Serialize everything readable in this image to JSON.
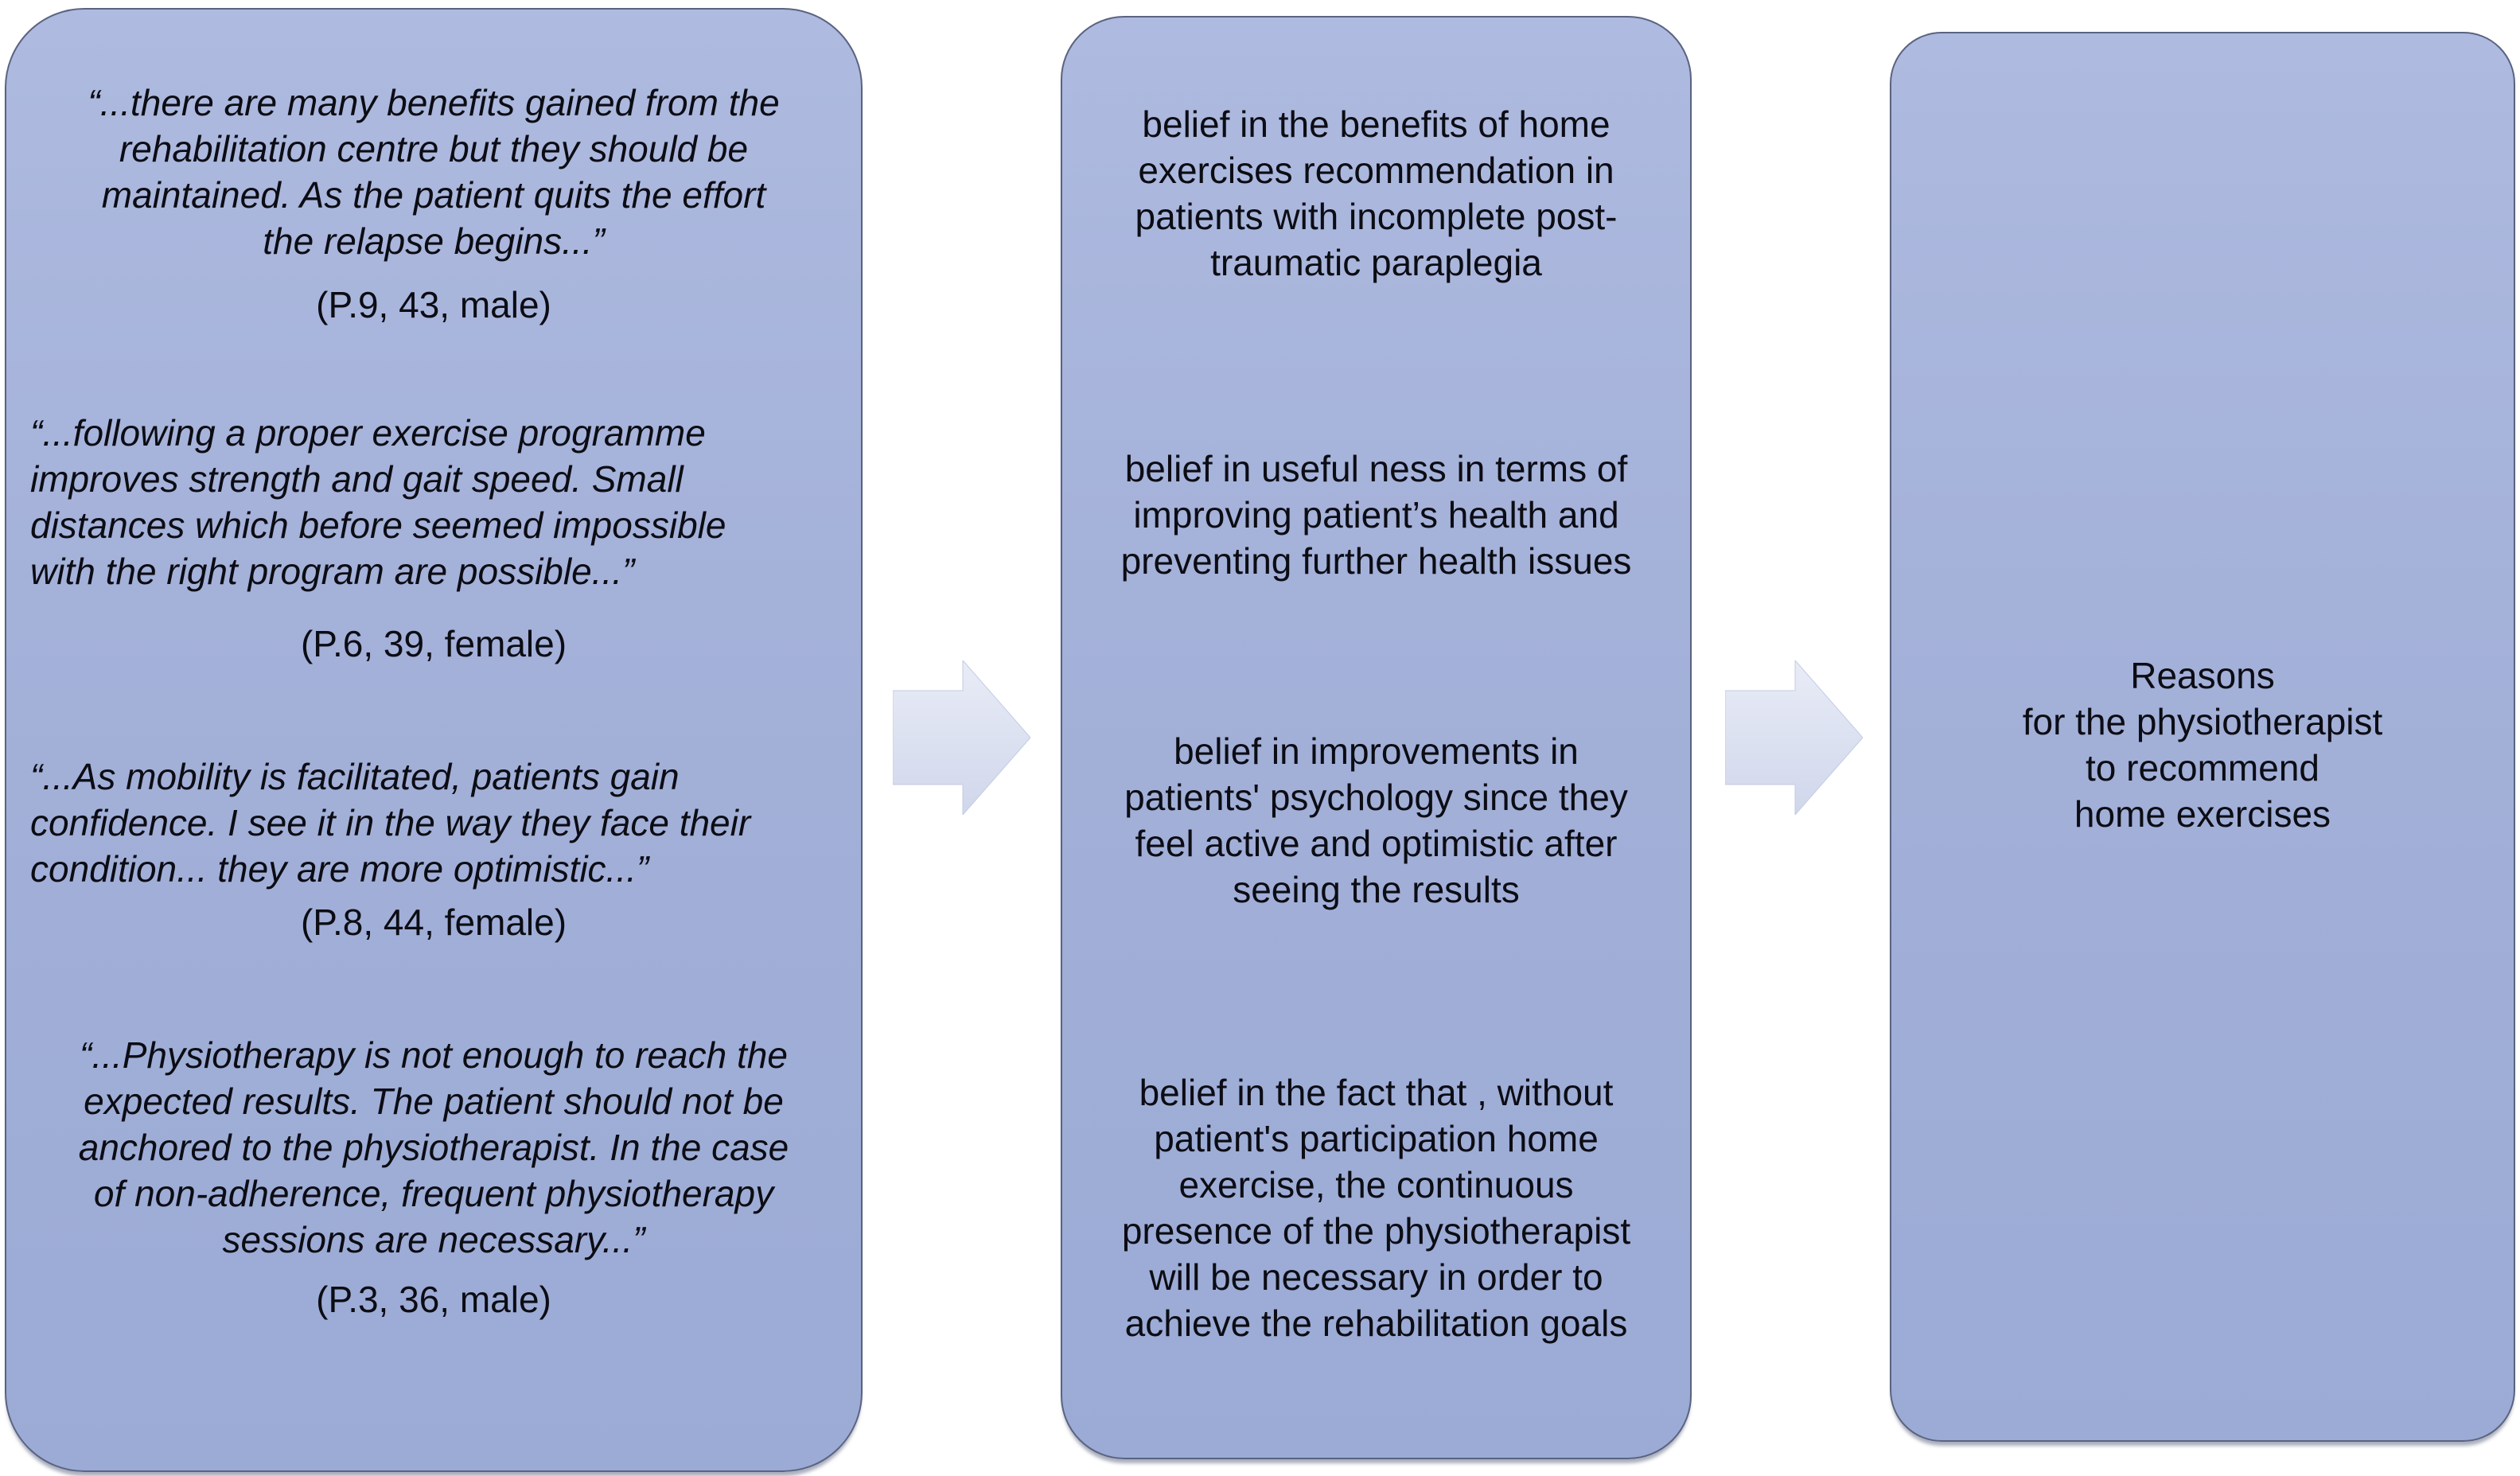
{
  "palette": {
    "background": "#ffffff",
    "box_fill": "#a4b1d9",
    "box_fill_light": "#aebadf",
    "box_border": "#5a6380",
    "arrow_fill_top": "#e9ecf7",
    "arrow_fill_bottom": "#d0d7eb",
    "text_color": "#0c0c14"
  },
  "left_box": {
    "quotes": [
      {
        "text": "“...there are many benefits gained from the\nrehabilitation centre but they should be\nmaintained. As the patient quits the effort\nthe relapse begins...”",
        "attribution": "(P.9, 43, male)"
      },
      {
        "text": "“...following a proper exercise programme\nimproves strength and gait speed. Small\ndistances which before seemed impossible\nwith the right program are possible...”",
        "attribution": "(P.6, 39, female)"
      },
      {
        "text": "“...As mobility is facilitated, patients gain\nconfidence. I see it in the way they face their\ncondition... they are more optimistic...”",
        "attribution": "(P.8, 44, female)"
      },
      {
        "text": "“...Physiotherapy is not enough to reach the\nexpected results. The patient should not be\nanchored to the physiotherapist. In the case\nof non-adherence, frequent physiotherapy\nsessions are necessary...”",
        "attribution": "(P.3, 36, male)"
      }
    ]
  },
  "middle_box": {
    "items": [
      {
        "text": "belief in the benefits of home\nexercises recommendation in\npatients with incomplete post-\ntraumatic paraplegia"
      },
      {
        "text": "belief in useful ness in terms of\nimproving patient’s health and\npreventing further health issues"
      },
      {
        "text": "belief in improvements in\npatients' psychology since they\nfeel active and optimistic after\nseeing the results"
      },
      {
        "text": "belief in the fact that , without\npatient's participation home\nexercise, the continuous\npresence of the physiotherapist\nwill be necessary in order to\nachieve the rehabilitation goals"
      }
    ]
  },
  "right_box": {
    "text": "Reasons\nfor the physiotherapist\nto recommend\nhome exercises"
  }
}
